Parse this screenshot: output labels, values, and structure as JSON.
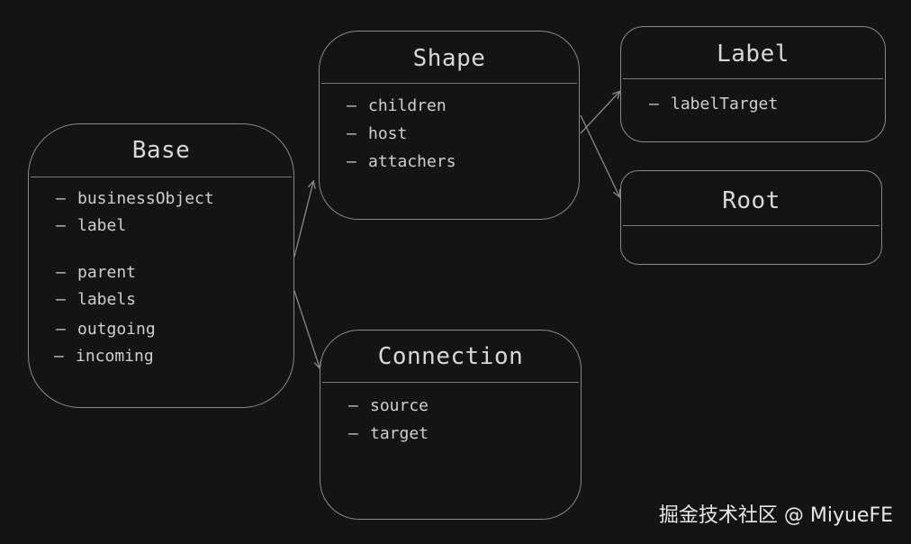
{
  "classes": {
    "base": {
      "title": "Base",
      "fields": [
        "businessObject",
        "label",
        "parent",
        "labels",
        "outgoing",
        "incoming"
      ]
    },
    "shape": {
      "title": "Shape",
      "fields": [
        "children",
        "host",
        "attachers"
      ]
    },
    "label": {
      "title": "Label",
      "fields": [
        "labelTarget"
      ]
    },
    "root": {
      "title": "Root",
      "fields": []
    },
    "connection": {
      "title": "Connection",
      "fields": [
        "source",
        "target"
      ]
    }
  },
  "field_bullet": "–",
  "relations": [
    {
      "from": "Base",
      "to": "Shape"
    },
    {
      "from": "Base",
      "to": "Connection"
    },
    {
      "from": "Shape",
      "to": "Label"
    },
    {
      "from": "Shape",
      "to": "Root"
    }
  ],
  "watermark": "掘金技术社区 @ MiyueFE",
  "colors": {
    "background": "#141415",
    "stroke": "#8a8a8a",
    "text": "#cfcfcf"
  }
}
